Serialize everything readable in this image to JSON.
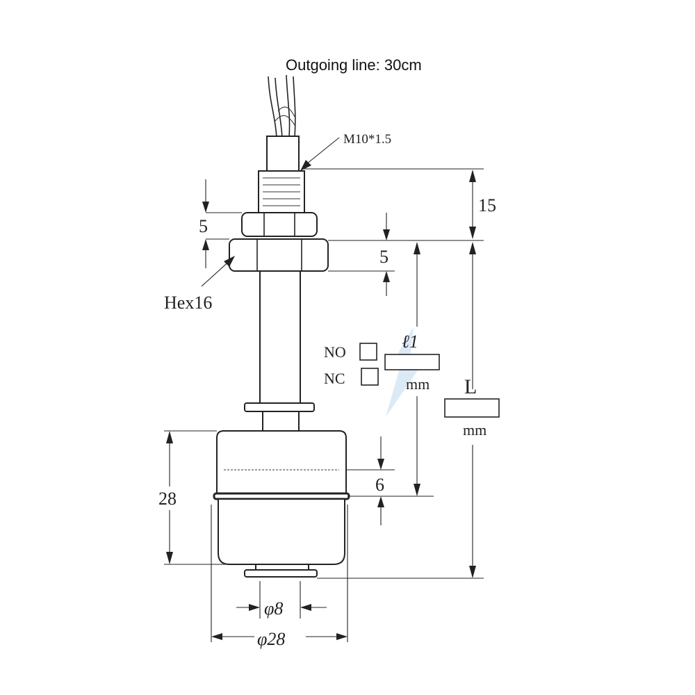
{
  "caption": "Outgoing line: 30cm",
  "labels": {
    "thread": "M10*1.5",
    "hex": "Hex16",
    "nut_height": "5",
    "hex_height": "5",
    "top_length": "15",
    "l1_symbol": "ℓ1",
    "l1_unit": "mm",
    "total_symbol": "L",
    "total_unit": "mm",
    "float_height": "28",
    "float_offset": "6",
    "stem_dia": "φ8",
    "float_dia": "φ28",
    "no": "NO",
    "nc": "NC"
  },
  "colors": {
    "line": "#222222",
    "watermark": "#9cc3e6"
  }
}
